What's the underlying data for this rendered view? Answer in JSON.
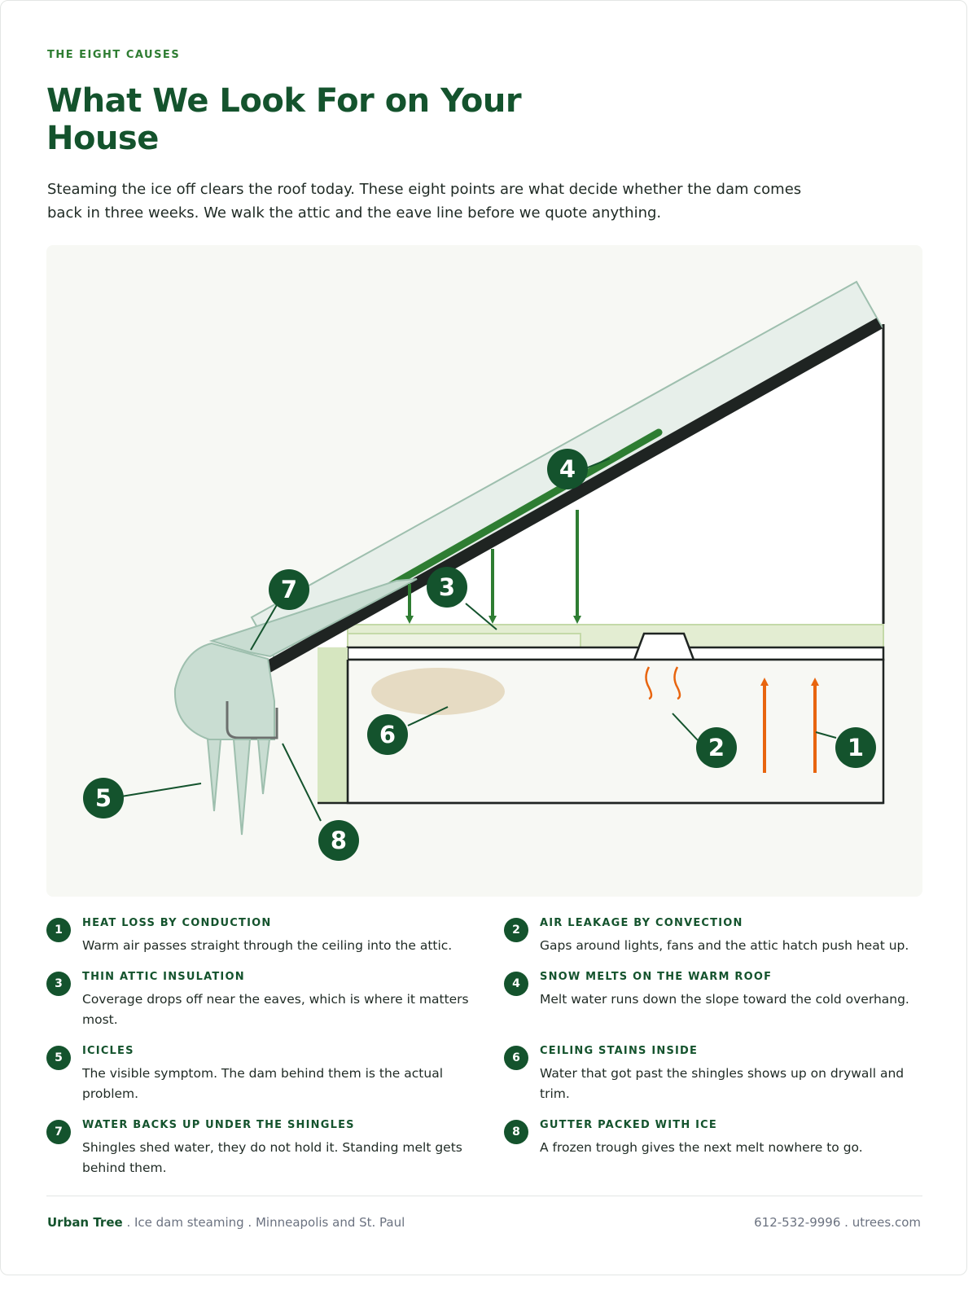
{
  "header": {
    "eyebrow": "THE EIGHT CAUSES",
    "title": "What We Look For on Your House",
    "lead": "Steaming the ice off clears the roof today. These eight points are what decide whether the dam comes back in three weeks. We walk the attic and the eave line before we quote anything."
  },
  "diagram": {
    "markers": [
      "1",
      "2",
      "3",
      "4",
      "5",
      "6",
      "7",
      "8"
    ]
  },
  "causes": [
    {
      "number": "1",
      "title": "HEAT LOSS BY CONDUCTION",
      "description": "Warm air passes straight through the ceiling into the attic."
    },
    {
      "number": "2",
      "title": "AIR LEAKAGE BY CONVECTION",
      "description": "Gaps around lights, fans and the attic hatch push heat up."
    },
    {
      "number": "3",
      "title": "THIN ATTIC INSULATION",
      "description": "Coverage drops off near the eaves, which is where it matters most."
    },
    {
      "number": "4",
      "title": "SNOW MELTS ON THE WARM ROOF",
      "description": "Melt water runs down the slope toward the cold overhang."
    },
    {
      "number": "5",
      "title": "ICICLES",
      "description": "The visible symptom. The dam behind them is the actual problem."
    },
    {
      "number": "6",
      "title": "CEILING STAINS INSIDE",
      "description": "Water that got past the shingles shows up on drywall and trim."
    },
    {
      "number": "7",
      "title": "WATER BACKS UP UNDER THE SHINGLES",
      "description": "Shingles shed water, they do not hold it. Standing melt gets behind them."
    },
    {
      "number": "8",
      "title": "GUTTER PACKED WITH ICE",
      "description": "A frozen trough gives the next melt nowhere to go."
    }
  ],
  "footer": {
    "brand": "Urban Tree",
    "tagline": " . Ice dam steaming . Minneapolis and St. Paul",
    "contact": "612-532-9996 . utrees.com"
  },
  "colors": {
    "brand_green": "#14532d",
    "accent_green": "#2e7d32",
    "heat_orange": "#e8650f"
  }
}
